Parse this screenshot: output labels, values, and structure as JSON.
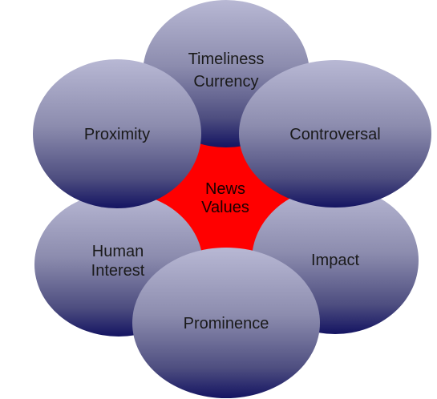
{
  "center": {
    "line1": "News",
    "line2": "Values",
    "color": "#ff0000"
  },
  "petals": {
    "timeliness": {
      "line1": "Timeliness",
      "line2": "Currency"
    },
    "proximity": {
      "label": "Proximity"
    },
    "controversal": {
      "label": "Controversal"
    },
    "human_interest": {
      "line1": "Human",
      "line2": "Interest"
    },
    "impact": {
      "label": "Impact"
    },
    "prominence": {
      "label": "Prominence"
    }
  },
  "colors": {
    "petal_top": "#b3b3d1",
    "petal_bottom": "#141462"
  }
}
